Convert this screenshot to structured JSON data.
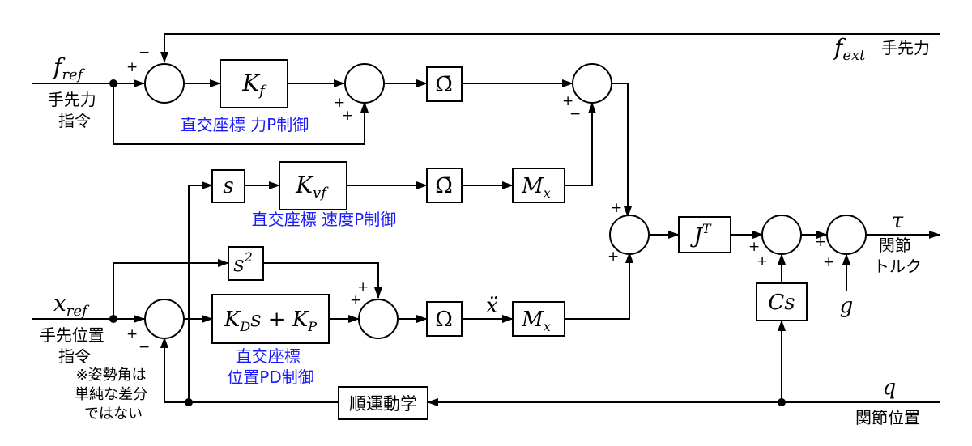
{
  "signals": {
    "f_ref": {
      "main": "f",
      "sub": "ref"
    },
    "f_ext": {
      "main": "f",
      "sub": "ext",
      "label": "手先力"
    },
    "x_ref": {
      "main": "x",
      "sub": "ref"
    },
    "tau": "τ",
    "g": "g",
    "q": "q",
    "xddot": "ẍ"
  },
  "labels": {
    "force_ref": [
      "手先力",
      "指令"
    ],
    "pos_ref": [
      "手先位置",
      "指令"
    ],
    "note": [
      "※姿勢角は",
      "単純な差分",
      "ではない"
    ],
    "tau_label": [
      "関節",
      "トルク"
    ],
    "q_label": "関節位置"
  },
  "captions": {
    "force_p": "直交座標 力P制御",
    "velocity_p": "直交座標 速度P制御",
    "position_pd": [
      "直交座標",
      "位置PD制御"
    ]
  },
  "blocks": {
    "Kf": {
      "main": "K",
      "sub": "f"
    },
    "Kvf": {
      "main": "K",
      "sub": "vf"
    },
    "s": "s",
    "s2": {
      "main": "s",
      "sup": "2"
    },
    "pd": {
      "k1": "K",
      "s1": "D",
      "mid": "s + ",
      "k2": "K",
      "s2": "P"
    },
    "omega_bar": "Ω̄",
    "omega": "Ω",
    "Mx": {
      "main": "M",
      "sub": "x"
    },
    "JT": {
      "main": "J",
      "sup": "T"
    },
    "Cs": "Cs",
    "fk": "順運動学"
  },
  "signs": {
    "plus": "+",
    "minus": "−"
  }
}
